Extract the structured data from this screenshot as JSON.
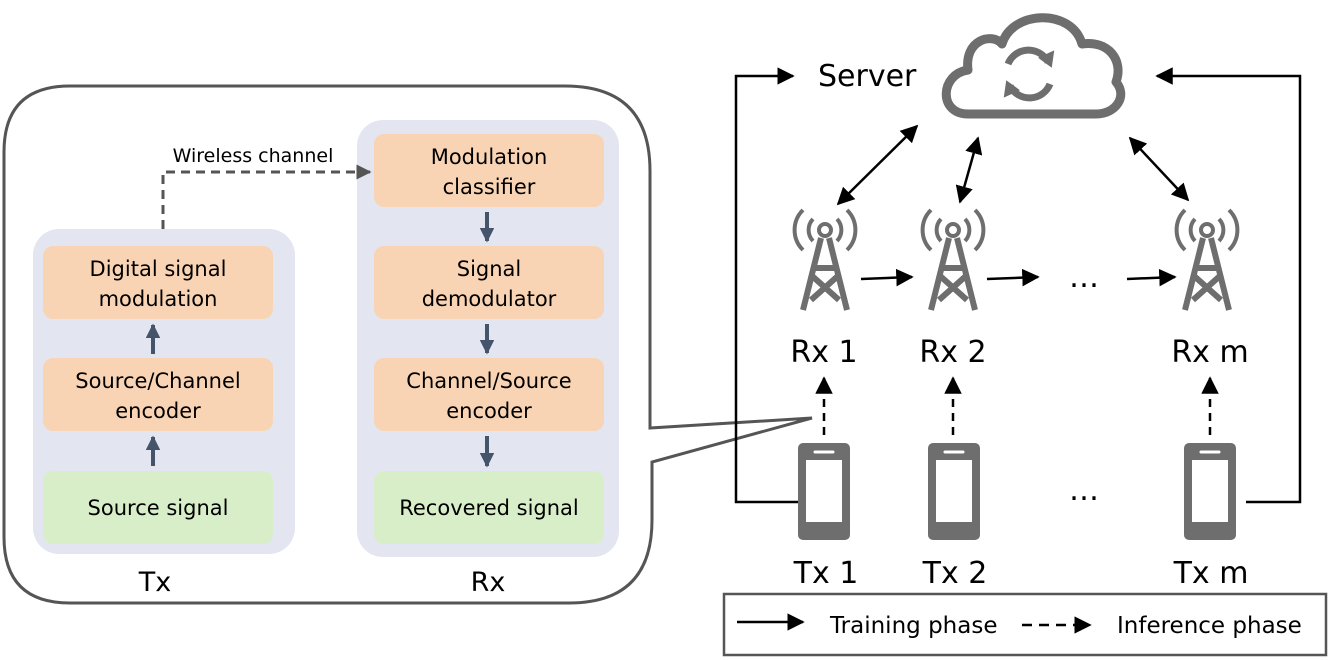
{
  "callout": {
    "channel_label": "Wireless channel",
    "tx_label": "Tx",
    "rx_label": "Rx",
    "tx_blocks": {
      "modulation": [
        "Digital signal",
        "modulation"
      ],
      "encoder": [
        "Source/Channel",
        "encoder"
      ],
      "source": [
        "Source signal"
      ]
    },
    "rx_blocks": {
      "classifier": [
        "Modulation",
        "classifier"
      ],
      "demodulator": [
        "Signal",
        "demodulator"
      ],
      "encoder": [
        "Channel/Source",
        "encoder"
      ],
      "recovered": [
        "Recovered signal"
      ]
    }
  },
  "network": {
    "server_label": "Server",
    "rx_labels": [
      "Rx 1",
      "Rx 2",
      "Rx m"
    ],
    "tx_labels": [
      "Tx 1",
      "Tx 2",
      "Tx m"
    ],
    "rx_ellipsis": "…",
    "tx_ellipsis": "…"
  },
  "legend": {
    "training": "Training phase",
    "inference": "Inference phase"
  },
  "colors": {
    "panel": "#e3e6f1",
    "block_orange": "#f9d4b4",
    "block_green": "#d8eec9",
    "block_arrow": "#44546a",
    "icon_gray": "#6e6e6e",
    "outline": "#555555"
  }
}
